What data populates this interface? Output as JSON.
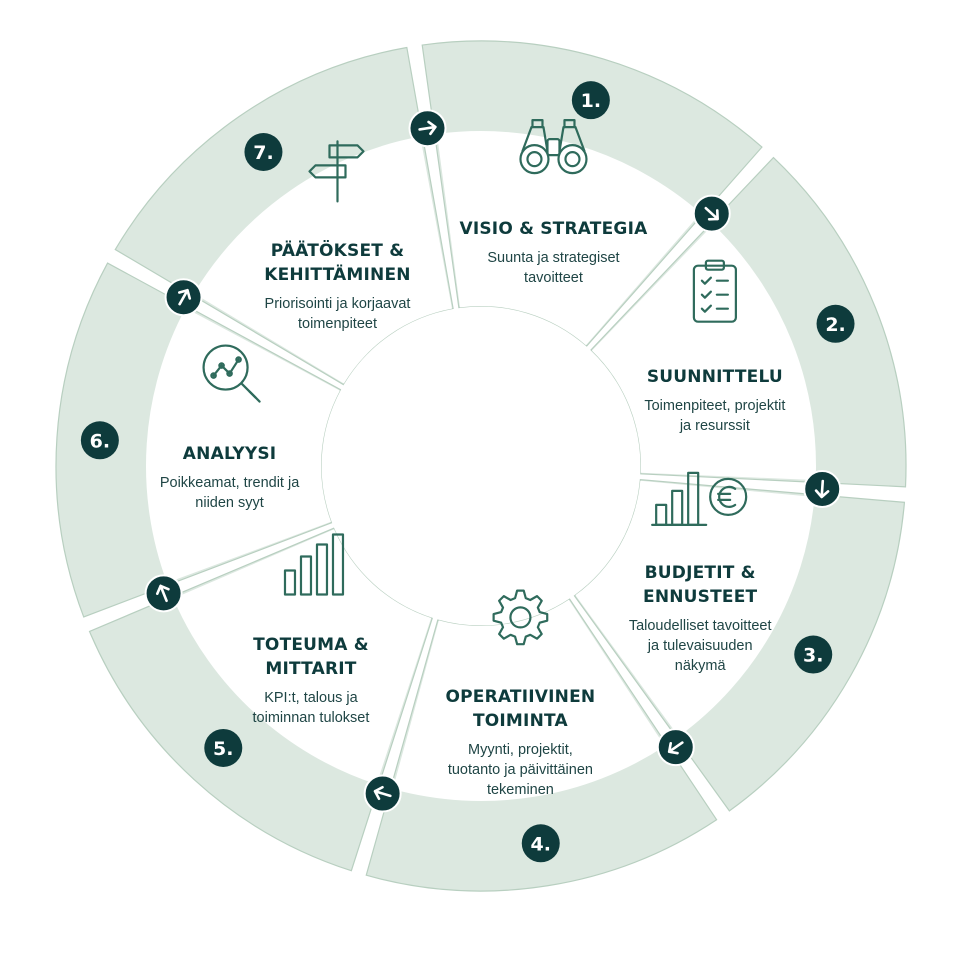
{
  "colors": {
    "outer_band": "#dce8e0",
    "inner_band": "#ffffff",
    "segment_stroke": "#b8cfc0",
    "accent": "#0e3b3c",
    "icon_stroke": "#2f6b5c"
  },
  "segments": [
    {
      "number": "1.",
      "title": "VISIO & STRATEGIA",
      "description": "Suunta ja strategiset\ntavoitteet",
      "icon": "binoculars-icon"
    },
    {
      "number": "2.",
      "title": "SUUNNITTELU",
      "description": "Toimenpiteet, projektit\nja resurssit",
      "icon": "clipboard-checklist-icon"
    },
    {
      "number": "3.",
      "title": "BUDJETIT &\nENNUSTEET",
      "description": "Taloudelliset tavoitteet\nja tulevaisuuden\nnäkymä",
      "icon": "bar-chart-euro-icon"
    },
    {
      "number": "4.",
      "title": "OPERATIIVINEN\nTOIMINTA",
      "description": "Myynti, projektit,\ntuotanto ja päivittäinen\ntekeminen",
      "icon": "gear-icon"
    },
    {
      "number": "5.",
      "title": "TOTEUMA &\nMITTARIT",
      "description": "KPI:t, talous ja\ntoiminnan tulokset",
      "icon": "bar-chart-icon"
    },
    {
      "number": "6.",
      "title": "ANALYYSI",
      "description": "Poikkeamat, trendit ja\nniiden syyt",
      "icon": "magnifier-chart-icon"
    },
    {
      "number": "7.",
      "title": "PÄÄTÖKSET &\nKEHITTÄMINEN",
      "description": "Priorisointi ja korjaavat\ntoimenpiteet",
      "icon": "signpost-icon"
    }
  ]
}
